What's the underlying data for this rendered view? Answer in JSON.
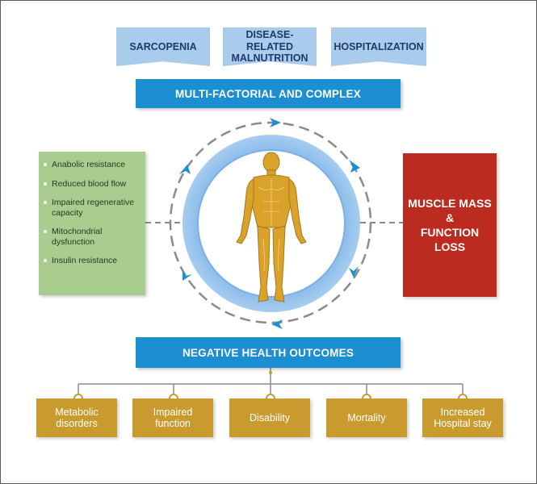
{
  "top_factors": [
    {
      "label": "SARCOPENIA"
    },
    {
      "label": "DISEASE-RELATED MALNUTRITION"
    },
    {
      "label": "HOSPITALIZATION"
    }
  ],
  "banner_top": "MULTI-FACTORIAL AND COMPLEX",
  "mechanisms": [
    "Anabolic resistance",
    "Reduced blood flow",
    "Impaired regenerative capacity",
    "Mitochondrial dysfunction",
    "Insulin resistance"
  ],
  "result_box": {
    "line1": "MUSCLE MASS",
    "line2": "&",
    "line3": "FUNCTION",
    "line4": "LOSS"
  },
  "banner_bottom": "NEGATIVE HEALTH OUTCOMES",
  "outcomes": [
    {
      "line1": "Metabolic",
      "line2": "disorders"
    },
    {
      "line1": "Impaired",
      "line2": "function"
    },
    {
      "line1": "Disability",
      "line2": ""
    },
    {
      "line1": "Mortality",
      "line2": ""
    },
    {
      "line1": "Increased",
      "line2": "Hospital stay"
    }
  ],
  "colors": {
    "tab": "#a9cbec",
    "banner": "#1b8fd2",
    "mechanism_box": "#a8cd8e",
    "result_box": "#bc2b1f",
    "outcome_box": "#c99a2e",
    "body_figure": "#d9a22b"
  },
  "icons": [
    "cycle-arrow-icon",
    "human-body-icon",
    "connector-node-icon"
  ]
}
